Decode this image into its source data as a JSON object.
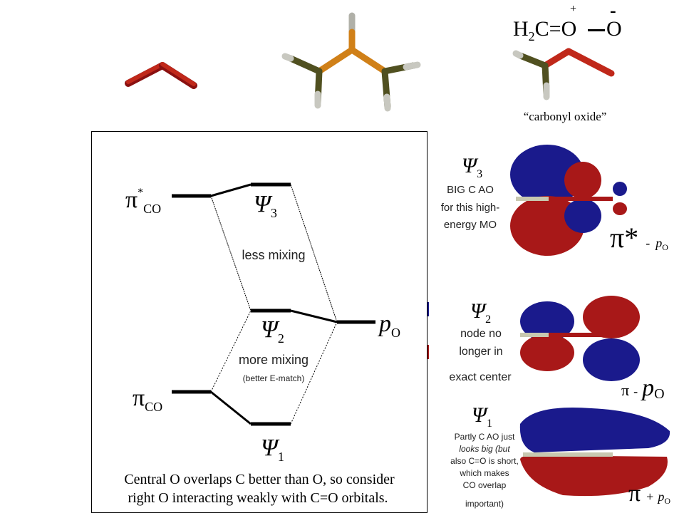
{
  "formula": {
    "h2c": "H",
    "sub2": "2",
    "c_eq_o": "C=O",
    "o": "O",
    "plus": "+",
    "minus": "-"
  },
  "carbonyl_oxide": "“carbonyl oxide”",
  "diagram": {
    "pi_star_co": {
      "main": "π",
      "sup": "*",
      "sub": "CO"
    },
    "pi_co": {
      "main": "π",
      "sub": "CO"
    },
    "psi3": {
      "main": "Ψ",
      "sub": "3"
    },
    "psi2": {
      "main": "Ψ",
      "sub": "2"
    },
    "psi1": {
      "main": "Ψ",
      "sub": "1"
    },
    "p_o": {
      "main": "p",
      "sub": "O"
    },
    "less_mixing": "less mixing",
    "more_mixing": "more mixing",
    "better_match": "(better E-match)",
    "caption_line1": "Central O overlaps C better than O, so consider",
    "caption_line2": "right O interacting weakly with C=O orbitals."
  },
  "right_panel": {
    "psi3": {
      "main": "Ψ",
      "sub": "3",
      "lines": [
        "BIG C AO",
        "for this high-",
        "energy MO"
      ],
      "combo": {
        "main": "π*",
        "op": "-",
        "p": "p",
        "sub": "O"
      }
    },
    "psi2": {
      "main": "Ψ",
      "sub": "2",
      "lines": [
        "node no",
        "longer in"
      ],
      "extra": "exact center",
      "combo": {
        "main": "π",
        "op": "-",
        "p": "p",
        "sub": "O"
      }
    },
    "psi1": {
      "main": "Ψ",
      "sub": "1",
      "lines": [
        "Partly C AO just",
        "looks big (but",
        "also C=O is short,",
        "which makes",
        "CO overlap",
        "important)"
      ],
      "combo": {
        "main": "π",
        "op": "+",
        "p": "p",
        "sub": "O"
      }
    }
  },
  "colors": {
    "blue_lobe": "#1a1a8c",
    "red_lobe": "#a81818",
    "bond_red": "#c0281a",
    "bond_orange": "#e08a1a",
    "bond_olive": "#4a4a1a",
    "bond_white": "#dcdcd0"
  }
}
